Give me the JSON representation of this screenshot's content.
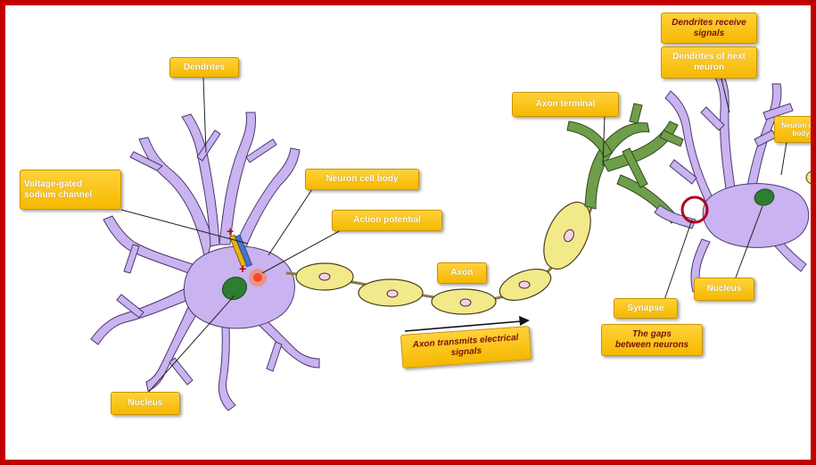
{
  "labels": {
    "dendrites": "Dendrites",
    "voltage_gated": "Voltage-gated\nsodium channel",
    "neuron_cell_body": "Neuron cell body",
    "action_potential": "Action potential",
    "axon": "Axon",
    "axon_transmits": "Axon transmits electrical\nsignals",
    "axon_terminal": "Axon terminal",
    "dendrites_receive": "Dendrites receive\nsignals",
    "dendrites_next": "Dendrites of next\nneuron",
    "neuron_cell_body_2": "Neuron cell\nbody",
    "nucleus_left": "Nucleus",
    "nucleus_right": "Nucleus",
    "synapse": "Synapse",
    "gaps": "The gaps\nbetween neurons"
  },
  "charge_symbols": {
    "plus_top": "+",
    "plus_bottom": "+"
  },
  "colors": {
    "frame_border": "#c00000",
    "cell_body_purple": "#c9b3f0",
    "nucleus_green": "#2e7d32",
    "myelin_yellow": "#f2e98a",
    "axon_terminal_green": "#6f9e4a",
    "label_yellow": "#f5b800",
    "synapse_circle": "#b00020"
  }
}
